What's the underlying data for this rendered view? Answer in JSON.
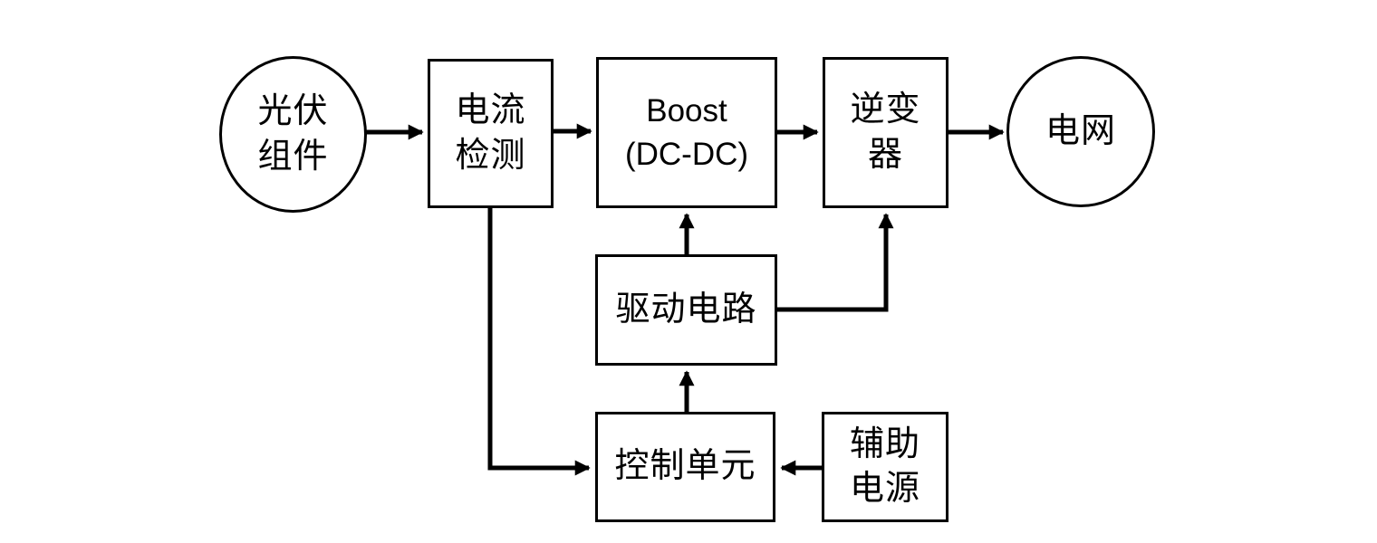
{
  "diagram": {
    "background_color": "#ffffff",
    "line_color": "#000000",
    "text_color": "#000000",
    "nodes": {
      "pv_module": {
        "label": "光伏\n组件",
        "shape": "ellipse"
      },
      "current_sense": {
        "label": "电流\n检测",
        "shape": "rect"
      },
      "boost": {
        "label": "Boost\n(DC-DC)",
        "shape": "rect"
      },
      "inverter": {
        "label": "逆变\n器",
        "shape": "rect"
      },
      "grid": {
        "label": "电网",
        "shape": "ellipse"
      },
      "driver_circuit": {
        "label": "驱动电路",
        "shape": "rect"
      },
      "control_unit": {
        "label": "控制单元",
        "shape": "rect"
      },
      "aux_power": {
        "label": "辅助\n电源",
        "shape": "rect"
      }
    },
    "edges": [
      {
        "from": "pv_module",
        "to": "boost_chain_current_sense"
      },
      {
        "from": "current_sense",
        "to": "boost"
      },
      {
        "from": "boost",
        "to": "inverter"
      },
      {
        "from": "inverter",
        "to": "grid"
      },
      {
        "from": "driver_circuit",
        "to": "boost"
      },
      {
        "from": "driver_circuit",
        "to": "inverter"
      },
      {
        "from": "control_unit",
        "to": "driver_circuit"
      },
      {
        "from": "current_sense",
        "to": "control_unit"
      },
      {
        "from": "aux_power",
        "to": "control_unit"
      }
    ]
  }
}
